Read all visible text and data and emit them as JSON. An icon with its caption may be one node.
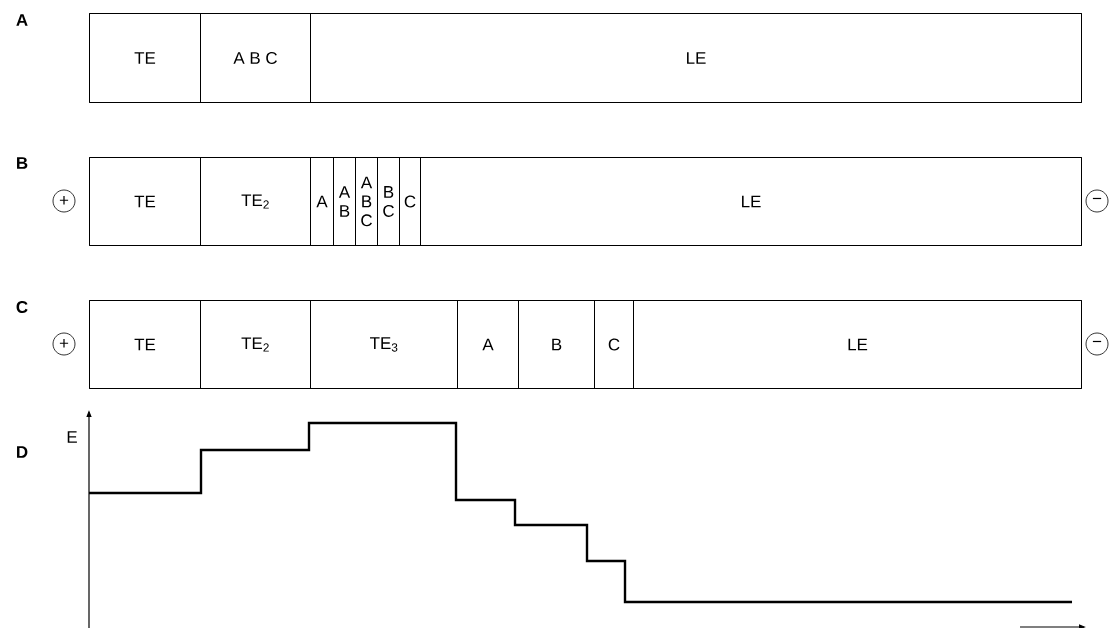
{
  "diagram": {
    "nodes": [
      {
        "text": [],
        "shape": "box"
      },
      {
        "text": [
          "TE"
        ],
        "in": 0
      },
      {
        "text": [
          "A B C"
        ],
        "in": 0
      },
      {
        "text": [
          "LE"
        ],
        "in": 0
      },
      {
        "text": [
          "+"
        ]
      },
      {
        "text": [],
        "shape": "box"
      },
      {
        "text": [
          "TE"
        ],
        "in": 5
      },
      {
        "text": [
          "TE$_{2}$"
        ],
        "in": 5
      },
      {
        "text": [
          "A"
        ],
        "in": 5
      },
      {
        "text": [
          "A B"
        ],
        "in": 5
      },
      {
        "text": [
          "A B C"
        ],
        "in": 5
      },
      {
        "text": [
          "B C"
        ],
        "in": 5
      },
      {
        "text": [
          "C"
        ],
        "in": 5
      },
      {
        "text": [
          "LE"
        ],
        "in": 5
      },
      {
        "text": [
          "−"
        ]
      },
      {
        "text": [
          "+"
        ]
      },
      {
        "text": [],
        "shape": "box"
      },
      {
        "text": [
          "TE"
        ],
        "in": 16
      },
      {
        "text": [
          "TE$_{2}$"
        ],
        "in": 16
      },
      {
        "text": [
          "TE$_{3}$"
        ],
        "in": 16
      },
      {
        "text": [
          "A"
        ],
        "in": 16
      },
      {
        "text": [
          "B"
        ],
        "in": 16
      },
      {
        "text": [
          "C"
        ],
        "in": 16
      },
      {
        "text": [
          "LE"
        ],
        "in": 16
      },
      {
        "text": [
          "−"
        ]
      }
    ],
    "labels": [
      "A",
      "B",
      "C",
      "D",
      "E"
    ]
  }
}
